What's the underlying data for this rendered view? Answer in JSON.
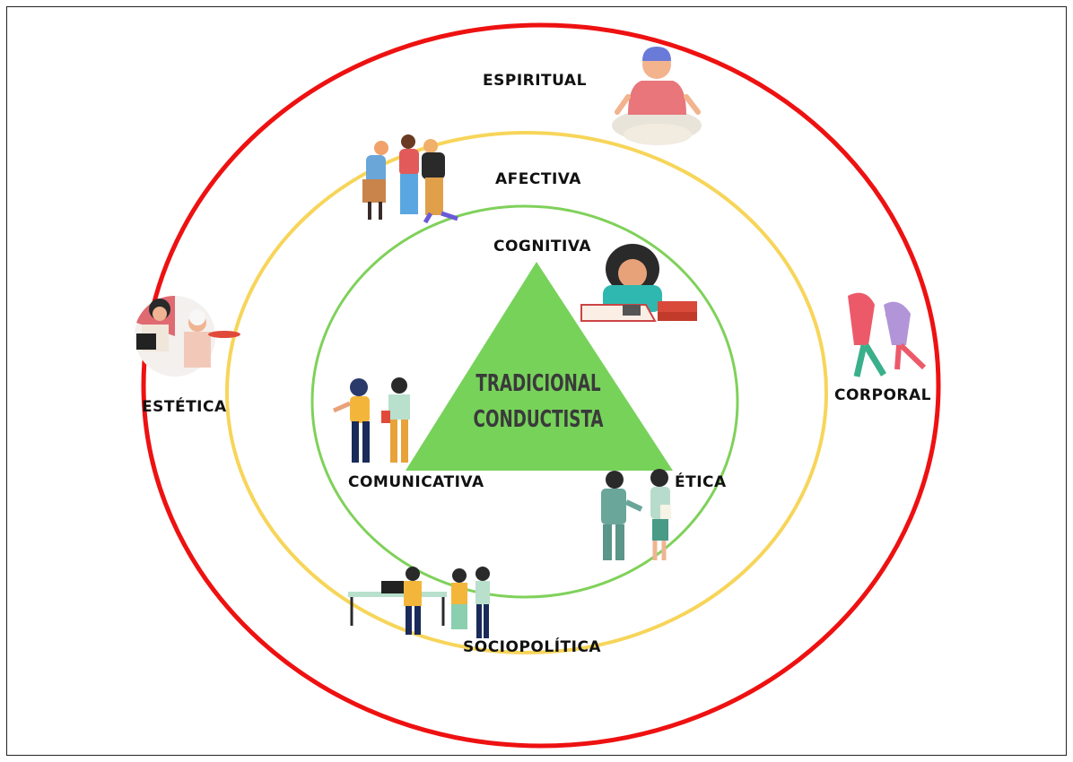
{
  "center": {
    "line1": "TRADICIONAL",
    "line2": "CONDUCTISTA"
  },
  "labels": {
    "espiritual": "ESPIRITUAL",
    "afectiva": "AFECTIVA",
    "cognitiva": "COGNITIVA",
    "estetica": "ESTÉTICA",
    "corporal": "CORPORAL",
    "comunicativa": "COMUNICATIVA",
    "etica": "ÉTICA",
    "sociopolitica": "SOCIOPOLÍTICA"
  },
  "colors": {
    "outer_ring": "#ee1111",
    "middle_ring": "#f7d55a",
    "inner_ring": "#7fd15a",
    "triangle": "#77d25a"
  },
  "illustrations": [
    "meditating-person-icon",
    "group-hug-icon",
    "studying-woman-icon",
    "cooking-reading-icon",
    "stretching-people-icon",
    "conversation-pair-icon",
    "handshake-icon",
    "office-meeting-icon"
  ]
}
